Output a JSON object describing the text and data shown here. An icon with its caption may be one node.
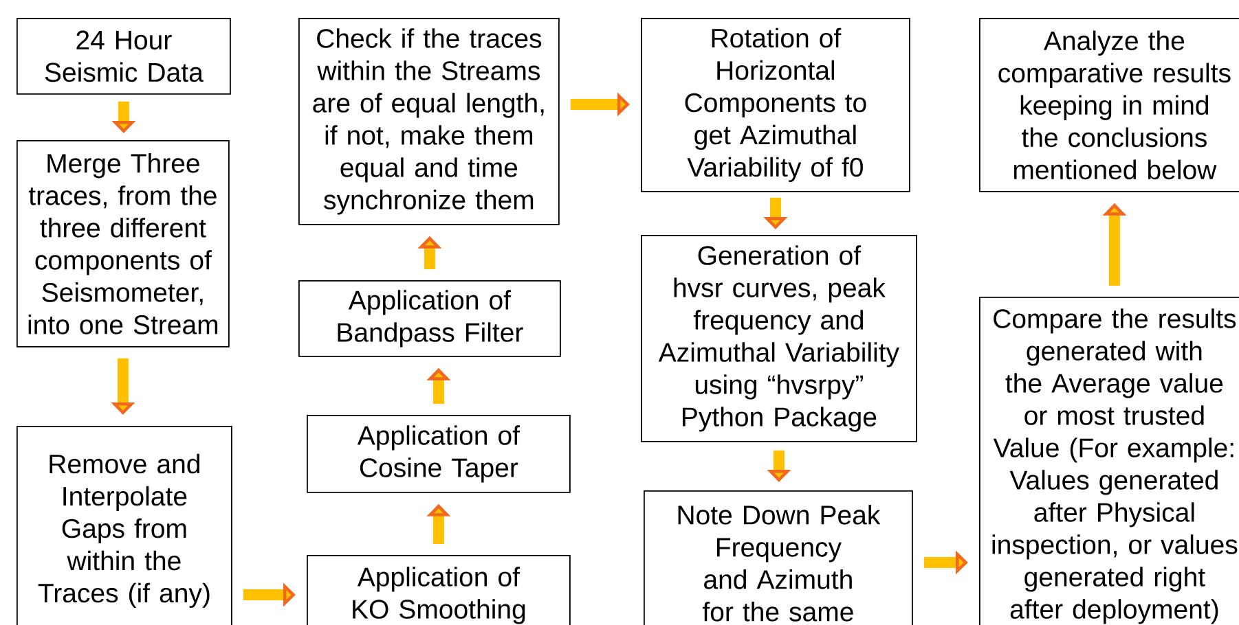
{
  "diagram": {
    "nodes": [
      {
        "text": [
          "24 Hour Seismic Data"
        ]
      },
      {
        "text": [
          "Merge Three traces, from the three different components of Seismometer, into one Stream"
        ]
      },
      {
        "text": [
          "Remove and Interpolate Gaps from within the Traces (if any)"
        ]
      },
      {
        "text": [
          "Check if the traces within the Streams are of equal length, if not, make them equal and time synchronize them"
        ]
      },
      {
        "text": [
          "Application of Bandpass Filter"
        ]
      },
      {
        "text": [
          "Application of Cosine Taper"
        ]
      },
      {
        "text": [
          "Application of KO Smoothing"
        ]
      },
      {
        "text": [
          "Rotation of Horizontal Components to get Azimuthal Variability of f0"
        ]
      },
      {
        "text": [
          "Generation of hvsr curves, peak frequency and Azimuthal Variability using “hvsrpy” Python Package"
        ]
      },
      {
        "text": [
          "Note Down Peak Frequency and Azimuth for  the same"
        ]
      },
      {
        "text": [
          "Analyze the comparative results keeping in mind the conclusions mentioned below"
        ]
      },
      {
        "text": [
          "Compare the results generated with the Average value or most trusted Value (For example: Values generated after Physical inspection, or values generated right after deployment)"
        ]
      }
    ],
    "edges": [
      {
        "from": 0,
        "to": 1,
        "arrow": "to"
      },
      {
        "from": 1,
        "to": 2,
        "arrow": "to"
      },
      {
        "from": 2,
        "to": 6,
        "arrow": "to"
      },
      {
        "from": 6,
        "to": 5,
        "arrow": "to"
      },
      {
        "from": 5,
        "to": 4,
        "arrow": "to"
      },
      {
        "from": 4,
        "to": 3,
        "arrow": "to"
      },
      {
        "from": 3,
        "to": 7,
        "arrow": "to"
      },
      {
        "from": 7,
        "to": 8,
        "arrow": "to"
      },
      {
        "from": 8,
        "to": 9,
        "arrow": "to"
      },
      {
        "from": 9,
        "to": 11,
        "arrow": "to"
      },
      {
        "from": 11,
        "to": 10,
        "arrow": "to"
      }
    ]
  }
}
